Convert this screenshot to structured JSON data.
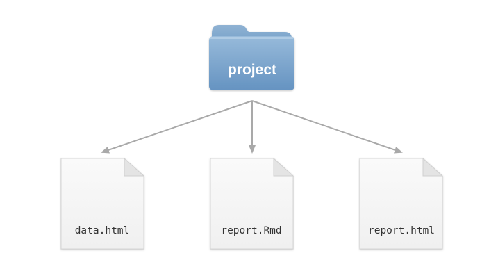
{
  "diagram": {
    "root": {
      "label": "project",
      "icon": "folder-icon",
      "color_light": "#92b6d6",
      "color_dark": "#6a97c4"
    },
    "children": [
      {
        "label": "data.html",
        "icon": "file-icon"
      },
      {
        "label": "report.Rmd",
        "icon": "file-icon"
      },
      {
        "label": "report.html",
        "icon": "file-icon"
      }
    ],
    "arrow_color": "#a9a9a9"
  }
}
